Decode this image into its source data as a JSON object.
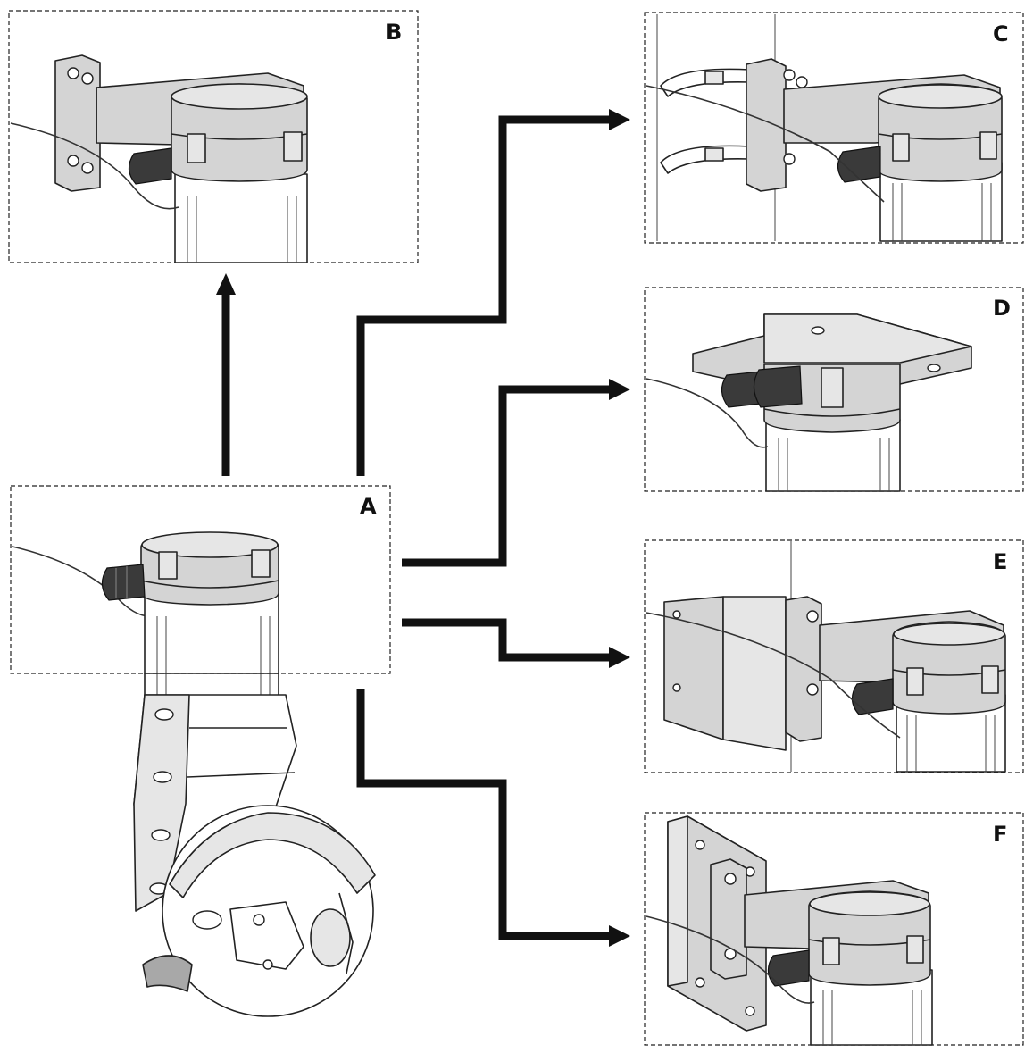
{
  "panels": [
    {
      "id": "A",
      "label": "A"
    },
    {
      "id": "B",
      "label": "B"
    },
    {
      "id": "C",
      "label": "C"
    },
    {
      "id": "D",
      "label": "D"
    },
    {
      "id": "E",
      "label": "E"
    },
    {
      "id": "F",
      "label": "F"
    }
  ],
  "connections": [
    {
      "from": "A",
      "to": "B"
    },
    {
      "from": "A",
      "to": "C"
    },
    {
      "from": "A",
      "to": "D"
    },
    {
      "from": "A",
      "to": "E"
    },
    {
      "from": "A",
      "to": "F"
    }
  ],
  "colors": {
    "line": "#111111",
    "fill": "#d4d4d4",
    "background": "#ffffff"
  }
}
